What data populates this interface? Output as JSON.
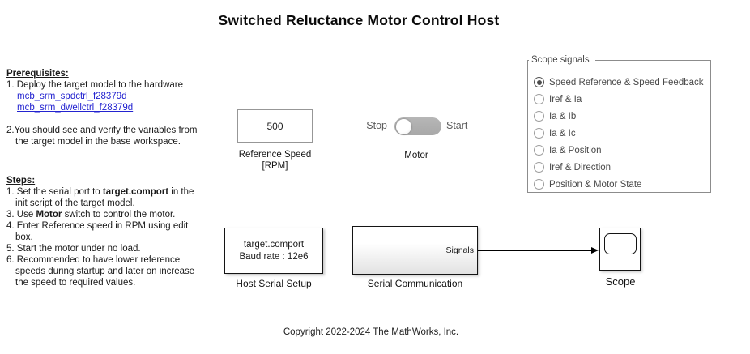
{
  "title": "Switched Reluctance Motor Control Host",
  "notes": {
    "prerequisites": {
      "heading": "Prerequisites:",
      "item1": "1. Deploy the target model to the hardware",
      "link1": "mcb_srm_spdctrl_f28379d",
      "link2": "mcb_srm_dwellctrl_f28379d",
      "item2_line1": "2.You should see and verify the variables from",
      "item2_line2": "the target model in the base workspace."
    },
    "steps": {
      "heading": "Steps:",
      "s1_pre": "1. Set the serial port to ",
      "s1_bold": "target.comport",
      "s1_post": " in the",
      "s1_line2": "init script of the target model.",
      "s3_pre": "3. Use ",
      "s3_bold": "Motor",
      "s3_post": " switch to control the motor.",
      "s4_line1": "4. Enter Reference speed in RPM using edit",
      "s4_line2": "box.",
      "s5": "5. Start the motor under no load.",
      "s6_line1": "6. Recommended to have lower reference",
      "s6_line2": "speeds during startup and later on increase",
      "s6_line3": "the speed to required values."
    }
  },
  "reference_speed": {
    "value": "500",
    "label_line1": "Reference Speed",
    "label_line2": "[RPM]"
  },
  "motor_switch": {
    "off_label": "Stop",
    "on_label": "Start",
    "label": "Motor",
    "state": "Stop"
  },
  "scope_signals": {
    "legend": "Scope signals",
    "options": [
      {
        "label": "Speed Reference & Speed Feedback",
        "selected": true
      },
      {
        "label": "Iref & Ia",
        "selected": false
      },
      {
        "label": "Ia & Ib",
        "selected": false
      },
      {
        "label": "Ia & Ic",
        "selected": false
      },
      {
        "label": "Ia & Position",
        "selected": false
      },
      {
        "label": "Iref & Direction",
        "selected": false
      },
      {
        "label": "Position & Motor State",
        "selected": false
      }
    ]
  },
  "blocks": {
    "host_serial_setup": {
      "line1": "target.comport",
      "line2": "Baud rate : 12e6",
      "label": "Host Serial Setup"
    },
    "serial_communication": {
      "port_label": "Signals",
      "label": "Serial Communication"
    },
    "scope": {
      "label": "Scope"
    }
  },
  "footer": {
    "copyright": "Copyright 2022-2024 The MathWorks, Inc."
  },
  "colors": {
    "link": "#2323d0",
    "accent_radio": "#4d4d4d",
    "switch_track": "#aeaeae"
  }
}
